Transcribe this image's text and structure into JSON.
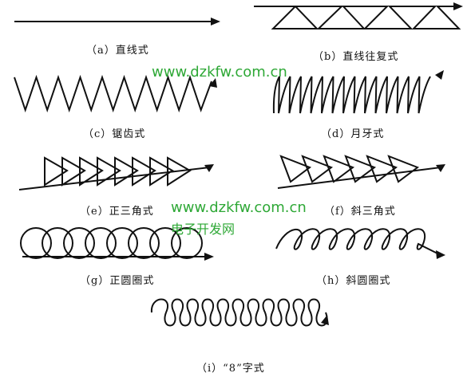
{
  "diagram": {
    "panels": [
      {
        "id": "a",
        "label": "（a）直线式"
      },
      {
        "id": "b",
        "label": "（b）直线往复式"
      },
      {
        "id": "c",
        "label": "（c）锯齿式"
      },
      {
        "id": "d",
        "label": "（d）月牙式"
      },
      {
        "id": "e",
        "label": "（e）正三角式"
      },
      {
        "id": "f",
        "label": "（f）斜三角式"
      },
      {
        "id": "g",
        "label": "（g）正圆圈式"
      },
      {
        "id": "h",
        "label": "（h）斜圆圈式"
      },
      {
        "id": "i",
        "label": "（i）“8”字式"
      }
    ],
    "stroke_color": "#111111"
  },
  "watermark": {
    "url_top": "www.dzkfw.com.cn",
    "url_mid": "www.dzkfw.com.cn",
    "site_name": "电子开发网",
    "color": "#2ea836"
  }
}
